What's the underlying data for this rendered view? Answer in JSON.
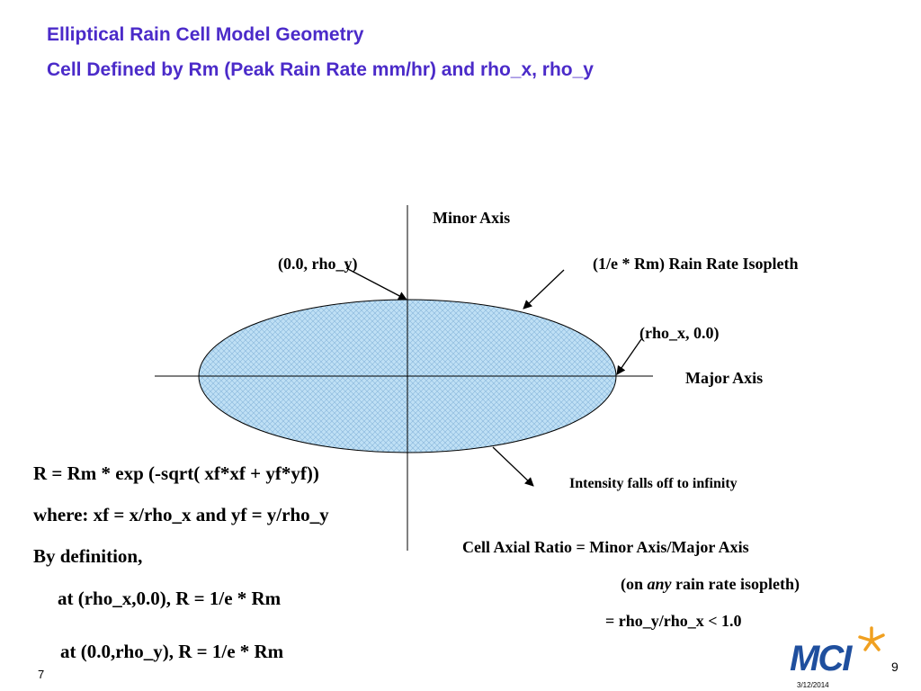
{
  "slide": {
    "title_line1": "Elliptical Rain Cell Model Geometry",
    "title_line2": "Cell Defined by Rm (Peak Rain Rate mm/hr) and rho_x, rho_y"
  },
  "diagram": {
    "minor_axis_label": "Minor Axis",
    "major_axis_label": "Major Axis",
    "point_top_label": "(0.0, rho_y)",
    "point_right_label": "(rho_x, 0.0)",
    "isopleth_label": "(1/e * Rm)  Rain Rate Isopleth",
    "intensity_label": "Intensity falls off to infinity",
    "fill_color": "#bfe0f5",
    "outline_color": "#000000"
  },
  "equations": {
    "line1": "R = Rm * exp (-sqrt( xf*xf + yf*yf))",
    "line2": "where: xf = x/rho_x and yf = y/rho_y",
    "line3": "By definition,",
    "line4": "at (rho_x,0.0), R  = 1/e * Rm",
    "line5": "at (0.0,rho_y), R  = 1/e * Rm"
  },
  "ratio": {
    "line1": "Cell Axial Ratio = Minor Axis/Major Axis",
    "line2_pre": "(on ",
    "line2_em": "any",
    "line2_post": " rain rate isopleth)",
    "line3": "=  rho_y/rho_x  < 1.0"
  },
  "footer": {
    "slide_number": "7",
    "page_number": "9",
    "date": "3/12/2014",
    "logo_text": "MCI",
    "logo_color": "#1f4f9e",
    "star_color": "#f0a020"
  }
}
